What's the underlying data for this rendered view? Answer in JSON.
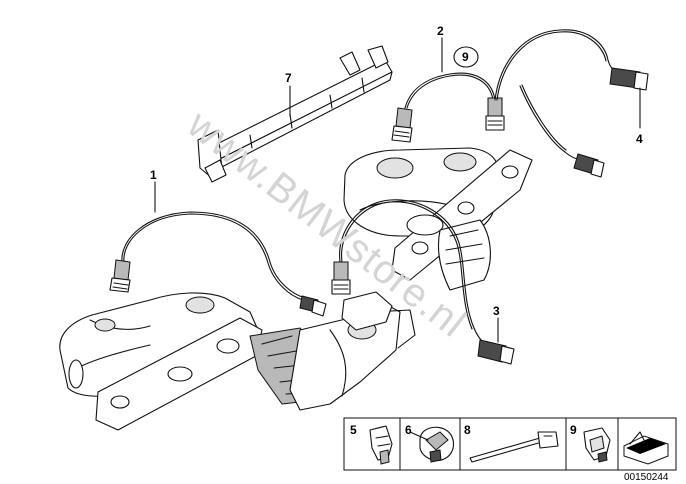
{
  "diagram": {
    "callouts": {
      "c1": "1",
      "c2": "2",
      "c3": "3",
      "c4": "4",
      "c7": "7",
      "c9": "9"
    },
    "legend": {
      "l5": "5",
      "l6": "6",
      "l8": "8",
      "l9": "9"
    },
    "watermark": "www.BMWstore.nl",
    "document_number": "00150244"
  }
}
